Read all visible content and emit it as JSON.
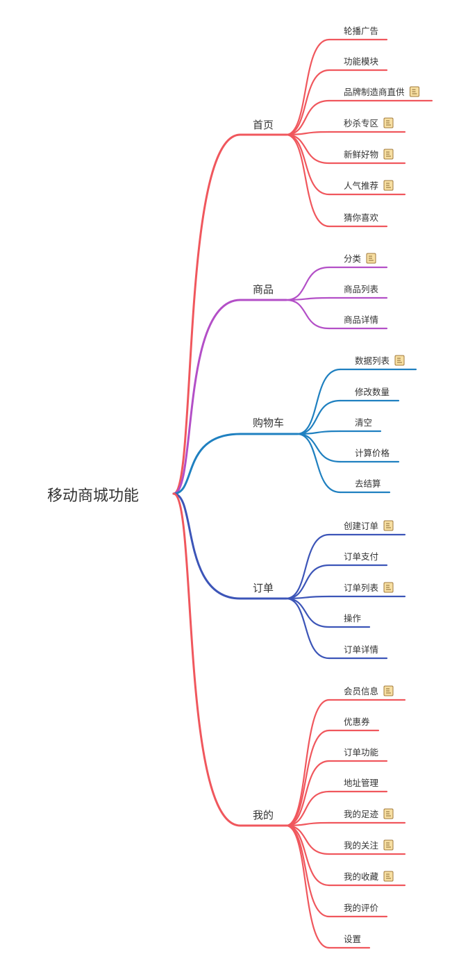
{
  "root": {
    "label": "移动商城功能"
  },
  "branches": [
    {
      "label": "首页",
      "color": "#f0575d",
      "children": [
        {
          "label": "轮播广告",
          "note": false
        },
        {
          "label": "功能模块",
          "note": false
        },
        {
          "label": "品牌制造商直供",
          "note": true
        },
        {
          "label": "秒杀专区",
          "note": true
        },
        {
          "label": "新鲜好物",
          "note": true
        },
        {
          "label": "人气推荐",
          "note": true
        },
        {
          "label": "猜你喜欢",
          "note": false
        }
      ]
    },
    {
      "label": "商品",
      "color": "#b34fc7",
      "children": [
        {
          "label": "分类",
          "note": true
        },
        {
          "label": "商品列表",
          "note": false
        },
        {
          "label": "商品详情",
          "note": false
        }
      ]
    },
    {
      "label": "购物车",
      "color": "#1f80c0",
      "children": [
        {
          "label": "数据列表",
          "note": true
        },
        {
          "label": "修改数量",
          "note": false
        },
        {
          "label": "清空",
          "note": false
        },
        {
          "label": "计算价格",
          "note": false
        },
        {
          "label": "去结算",
          "note": false
        }
      ]
    },
    {
      "label": "订单",
      "color": "#3c55b8",
      "children": [
        {
          "label": "创建订单",
          "note": true
        },
        {
          "label": "订单支付",
          "note": false
        },
        {
          "label": "订单列表",
          "note": true
        },
        {
          "label": "操作",
          "note": false
        },
        {
          "label": "订单详情",
          "note": false
        }
      ]
    },
    {
      "label": "我的",
      "color": "#f0575d",
      "children": [
        {
          "label": "会员信息",
          "note": true
        },
        {
          "label": "优惠券",
          "note": false
        },
        {
          "label": "订单功能",
          "note": false
        },
        {
          "label": "地址管理",
          "note": false
        },
        {
          "label": "我的足迹",
          "note": true
        },
        {
          "label": "我的关注",
          "note": true
        },
        {
          "label": "我的收藏",
          "note": true
        },
        {
          "label": "我的评价",
          "note": false
        },
        {
          "label": "设置",
          "note": false
        }
      ]
    }
  ],
  "note_icon": "note-icon",
  "note_colors": {
    "fill": "#f7dfa2",
    "stroke": "#a1793a",
    "line": "#8a6a34"
  }
}
